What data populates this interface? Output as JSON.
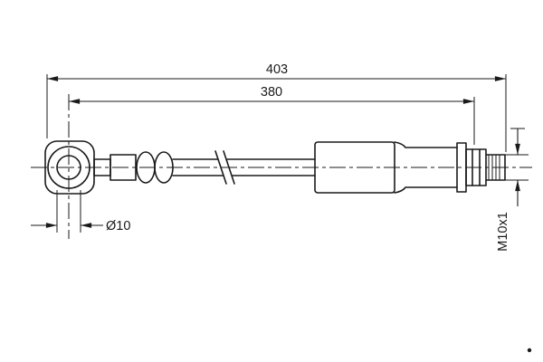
{
  "colors": {
    "background": "#ffffff",
    "line": "#1a1a1a"
  },
  "drawing": {
    "dimensions": {
      "overall_length": {
        "label": "403",
        "value": 403
      },
      "intermediate_length": {
        "label": "380",
        "value": 380
      },
      "bore_diameter": {
        "label": "Ø10",
        "value": 10
      },
      "thread": {
        "label": "M10x1"
      }
    }
  }
}
